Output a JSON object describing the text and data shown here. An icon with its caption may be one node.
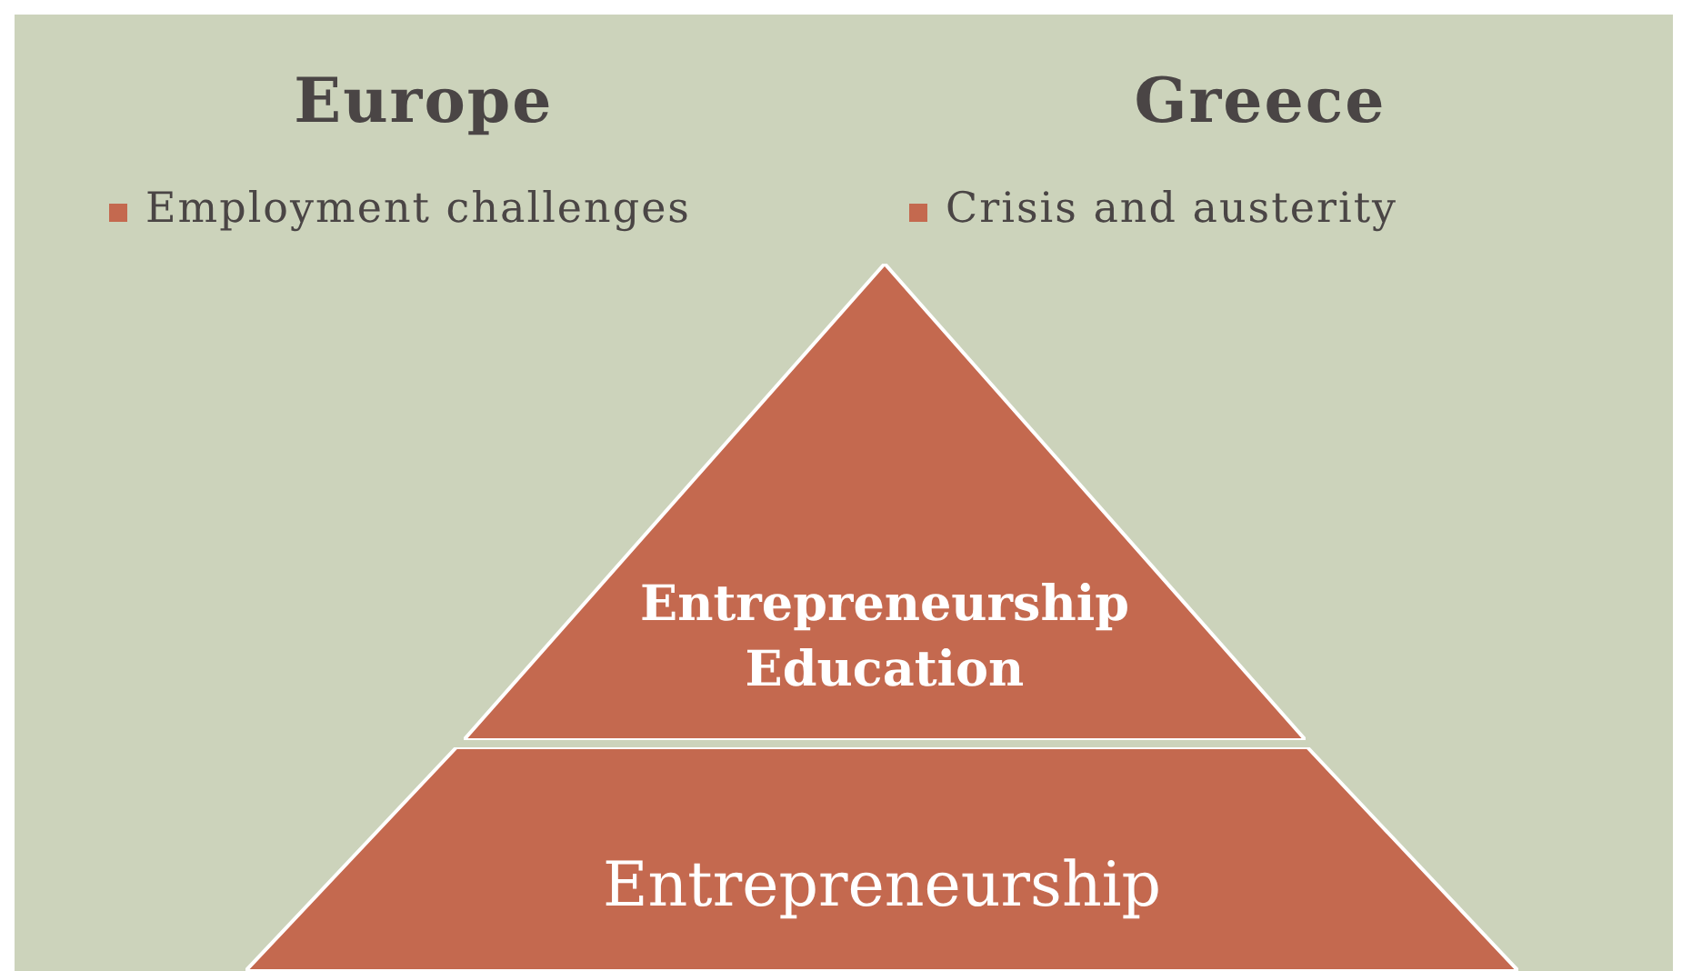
{
  "diagram": {
    "nodes": [
      {
        "text": [
          "Entrepreneurship Education"
        ]
      },
      {
        "text": [
          "Entrepreneurship"
        ]
      }
    ],
    "edges": [],
    "labels": [
      "Europe",
      "Employment challenges",
      "Greece",
      "Crisis and austerity"
    ]
  }
}
